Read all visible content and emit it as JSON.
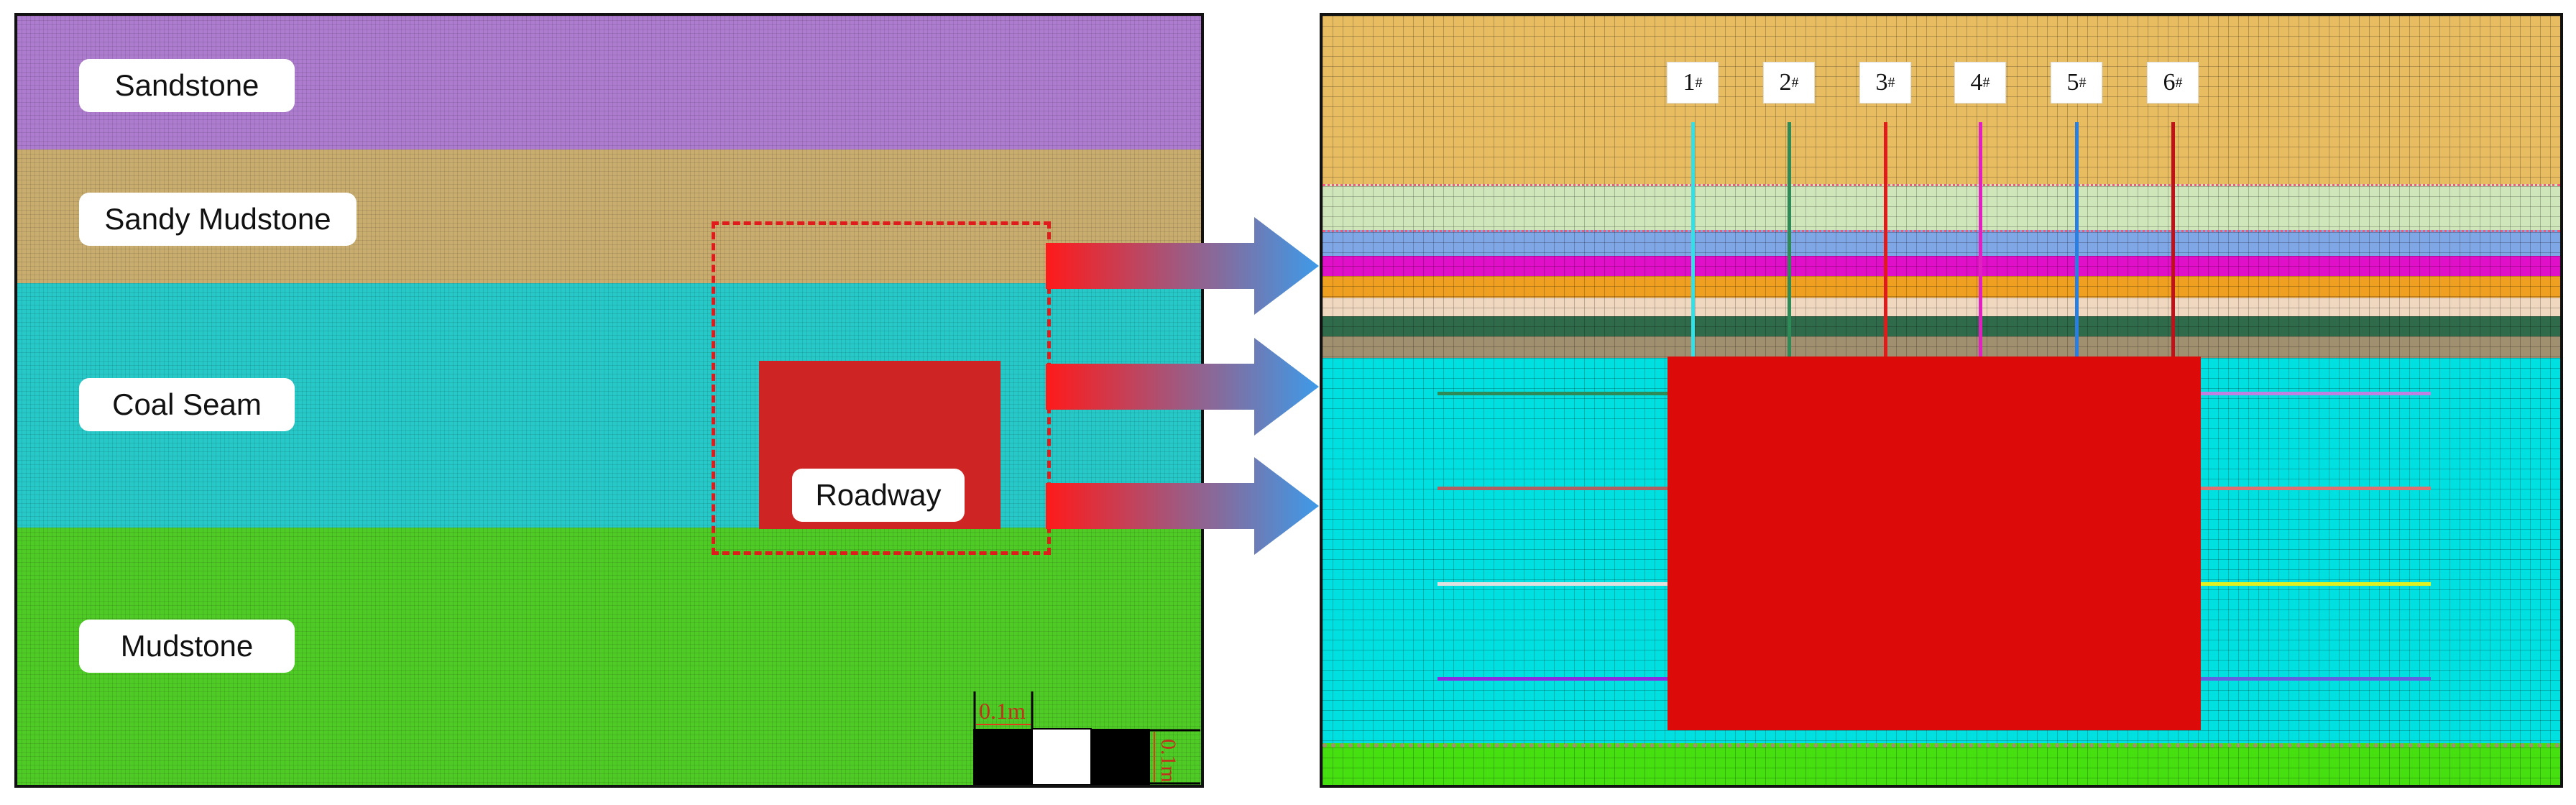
{
  "left_panel": {
    "labels": {
      "sandstone": "Sandstone",
      "sandy_mudstone": "Sandy Mudstone",
      "coal_seam": "Coal Seam",
      "roadway": "Roadway",
      "mudstone": "Mudstone"
    },
    "colors": {
      "sandstone": "#ae7ccf",
      "sandy_mudstone": "#c8ad6e",
      "coal_seam": "#27c8c8",
      "mudstone": "#4fcb26",
      "roadway": "#cf2424",
      "zoom_box": "#e01b1b"
    },
    "scale": {
      "horizontal": "0.1m",
      "vertical": "0.1m"
    }
  },
  "right_panel": {
    "measure_points": [
      "1",
      "2",
      "3",
      "4",
      "5",
      "6"
    ],
    "measure_point_symbol": "#",
    "measure_line_colors": [
      "#33e0e8",
      "#2e8b57",
      "#e01b1b",
      "#e020c0",
      "#2a7ee0",
      "#c0101a"
    ],
    "strata_colors": {
      "top": "#e8bd62",
      "band1": "#cfe6bb",
      "band2": "#7fa7e6",
      "band3": "#e010c8",
      "band4": "#f0a020",
      "band5": "#f0d8c0",
      "band6": "#2f6a4a",
      "band7": "#a09070",
      "coal": "#00e0e0",
      "floor": "#46e010",
      "roadway": "#dd0a0a"
    },
    "left_side_lines": [
      "#2e8b57",
      "#b06060",
      "#e0e0e0",
      "#8a2be2"
    ],
    "right_side_lines": [
      "#c080e0",
      "#e07070",
      "#e0f020",
      "#6060e0"
    ]
  },
  "arrows": {
    "gradient_start": "#ff1a1a",
    "gradient_end": "#3e9ae8"
  }
}
